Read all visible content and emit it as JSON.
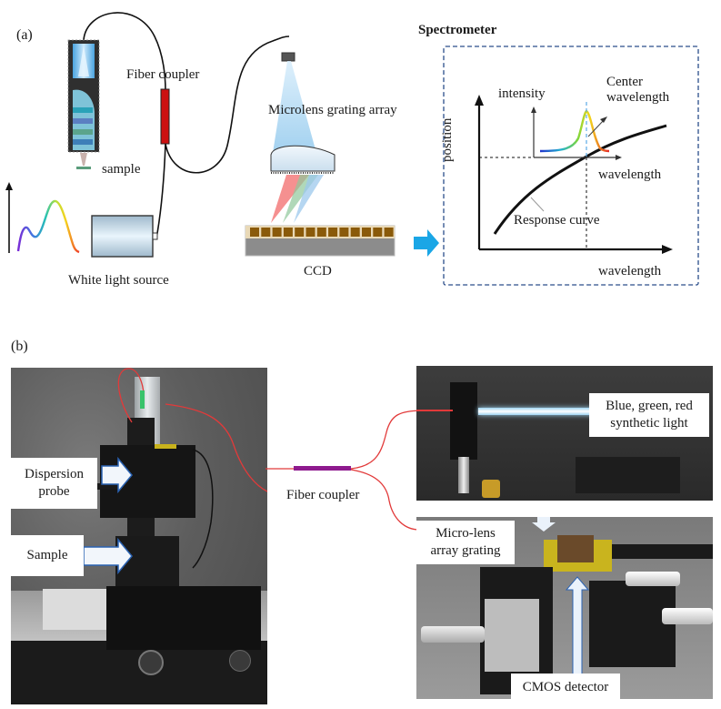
{
  "panel_a": {
    "label": "(a)",
    "fiber_coupler": "Fiber coupler",
    "sample": "sample",
    "white_light_source": "White light source",
    "microlens": "Microlens grating array",
    "ccd": "CCD",
    "spectrometer": {
      "title": "Spectrometer",
      "y_axis": "position",
      "x_axis": "wavelength",
      "inset_y_axis": "intensity",
      "inset_x_axis": "wavelength",
      "center_wavelength_line1": "Center",
      "center_wavelength_line2": "wavelength",
      "response_curve": "Response curve"
    }
  },
  "panel_b": {
    "label": "(b)",
    "dispersion_probe_line1": "Dispersion",
    "dispersion_probe_line2": "probe",
    "sample": "Sample",
    "fiber_coupler": "Fiber coupler",
    "synthetic_light_line1": "Blue,  green,  red",
    "synthetic_light_line2": "synthetic light",
    "microlens_line1": "Micro-lens",
    "microlens_line2": "array grating",
    "cmos": "CMOS detector"
  },
  "colors": {
    "fiber": "#111111",
    "coupler_a": "#cc1111",
    "coupler_b": "#8e1a8e",
    "red_fiber": "#e23a3a",
    "arrow_blue": "#1aa6e6",
    "dashed_box": "#2a4d8a"
  }
}
